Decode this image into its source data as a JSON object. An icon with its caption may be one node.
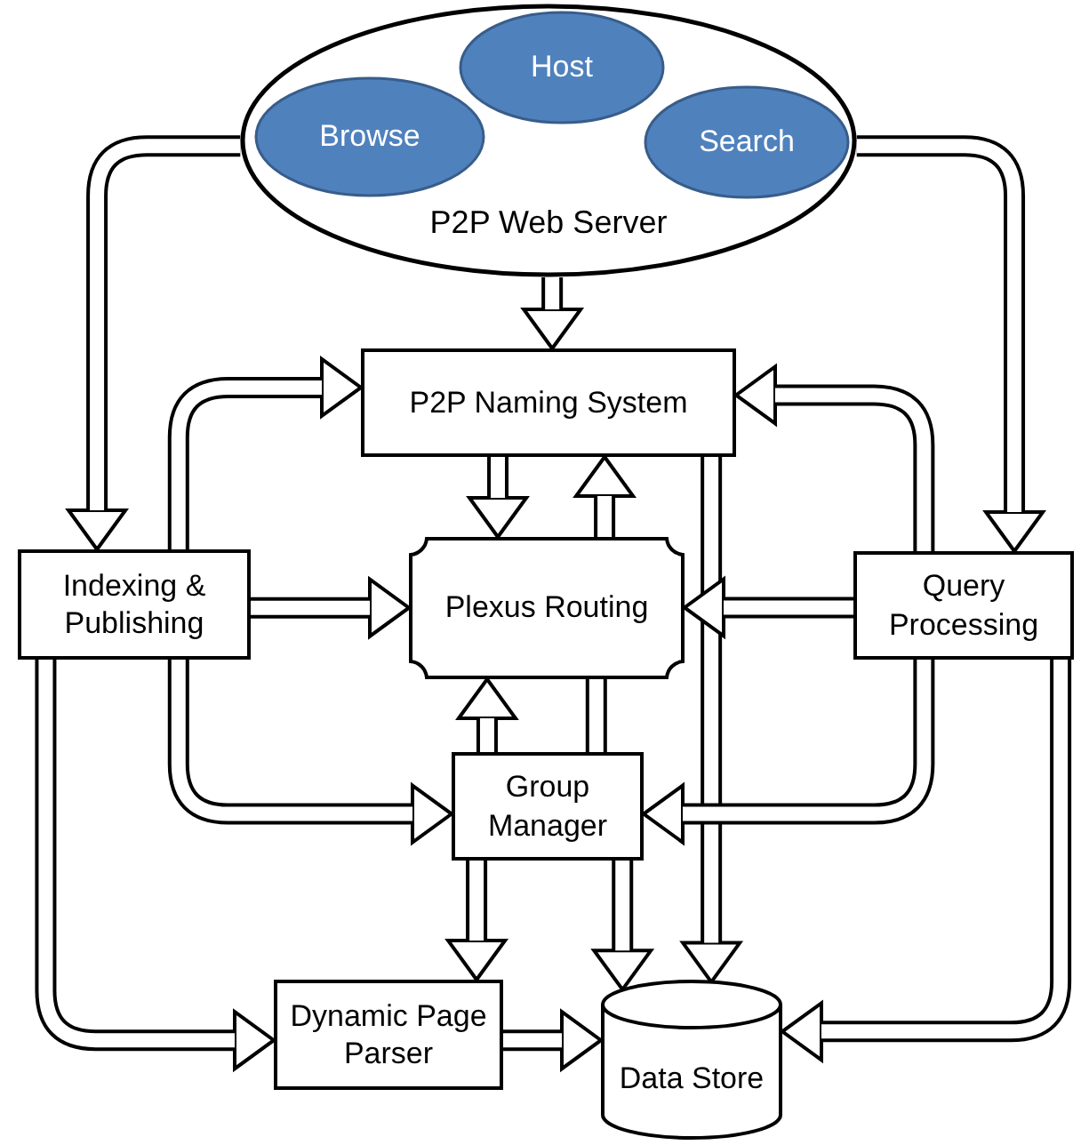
{
  "diagram": {
    "nodes": [
      {
        "text": [
          "P2P Web Server"
        ]
      },
      {
        "text": [
          "Browse"
        ],
        "in": 0
      },
      {
        "text": [
          "Host"
        ],
        "in": 0
      },
      {
        "text": [
          "Search"
        ],
        "in": 0
      },
      {
        "text": [
          "P2P Naming System"
        ]
      },
      {
        "text": [
          "Indexing & Publishing"
        ]
      },
      {
        "text": [
          "Plexus Routing"
        ]
      },
      {
        "text": [
          "Query Processing"
        ]
      },
      {
        "text": [
          "Group Manager"
        ]
      },
      {
        "text": [
          "Dynamic Page Parser"
        ]
      },
      {
        "text": [
          "Data Store"
        ]
      }
    ],
    "edges": [
      {
        "from": 0,
        "to": 5,
        "arrow": "to"
      },
      {
        "from": 0,
        "to": 7,
        "arrow": "to"
      },
      {
        "from": 0,
        "to": 4,
        "arrow": "to"
      },
      {
        "from": 5,
        "to": 4,
        "arrow": "to"
      },
      {
        "from": 7,
        "to": 4,
        "arrow": "to"
      },
      {
        "from": 4,
        "to": 6,
        "arrow": "to"
      },
      {
        "from": 6,
        "to": 4,
        "arrow": "to"
      },
      {
        "from": 4,
        "to": 10,
        "arrow": "to"
      },
      {
        "from": 5,
        "to": 6,
        "arrow": "to"
      },
      {
        "from": 7,
        "to": 6,
        "arrow": "to"
      },
      {
        "from": 8,
        "to": 6,
        "arrow": "to"
      },
      {
        "from": 6,
        "to": 8,
        "arrow": "none"
      },
      {
        "from": 5,
        "to": 8,
        "arrow": "to"
      },
      {
        "from": 7,
        "to": 8,
        "arrow": "to"
      },
      {
        "from": 8,
        "to": 9,
        "arrow": "to"
      },
      {
        "from": 8,
        "to": 10,
        "arrow": "to"
      },
      {
        "from": 5,
        "to": 9,
        "arrow": "to"
      },
      {
        "from": 9,
        "to": 10,
        "arrow": "to"
      },
      {
        "from": 7,
        "to": 10,
        "arrow": "to"
      }
    ]
  }
}
